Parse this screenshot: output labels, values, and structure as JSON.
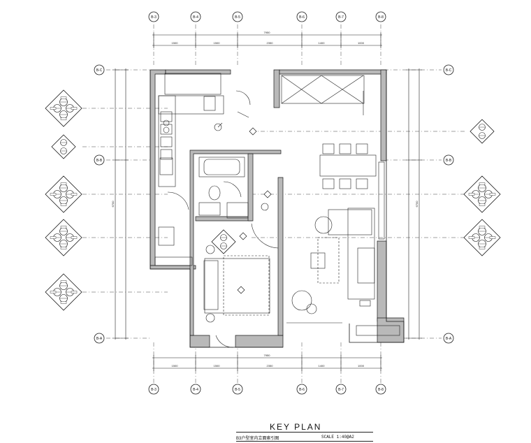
{
  "grid_axes": {
    "top_labels": [
      "B-3",
      "B-4",
      "B-5",
      "B-6",
      "B-7",
      "B-8"
    ],
    "bottom_labels": [
      "B-3",
      "B-4",
      "B-5",
      "B-6",
      "B-7",
      "B-8"
    ],
    "left_labels": [
      "B-C",
      "B-B",
      "B-A"
    ],
    "right_labels": [
      "B-C",
      "B-B",
      "B-A"
    ]
  },
  "dimensions": {
    "top_total": "7950",
    "top_segments": [
      "1500",
      "1500",
      "2350",
      "1400",
      "1000"
    ],
    "bottom_total": "7950",
    "bottom_segments": [
      "1500",
      "1500",
      "2350",
      "1400",
      "1000"
    ],
    "left_total": "6700",
    "right_total": "6700"
  },
  "rooms": [
    "kitchen",
    "living",
    "bedroom",
    "bath",
    "balcony"
  ],
  "title_block": {
    "title": "KEY PLAN",
    "subtitle": "B3户型室内立面索引图",
    "scale": "SCALE  1:40@A2"
  },
  "colors": {
    "line": "#1a1a1a",
    "wall_fill": "#b9b9b9",
    "background": "#ffffff"
  }
}
